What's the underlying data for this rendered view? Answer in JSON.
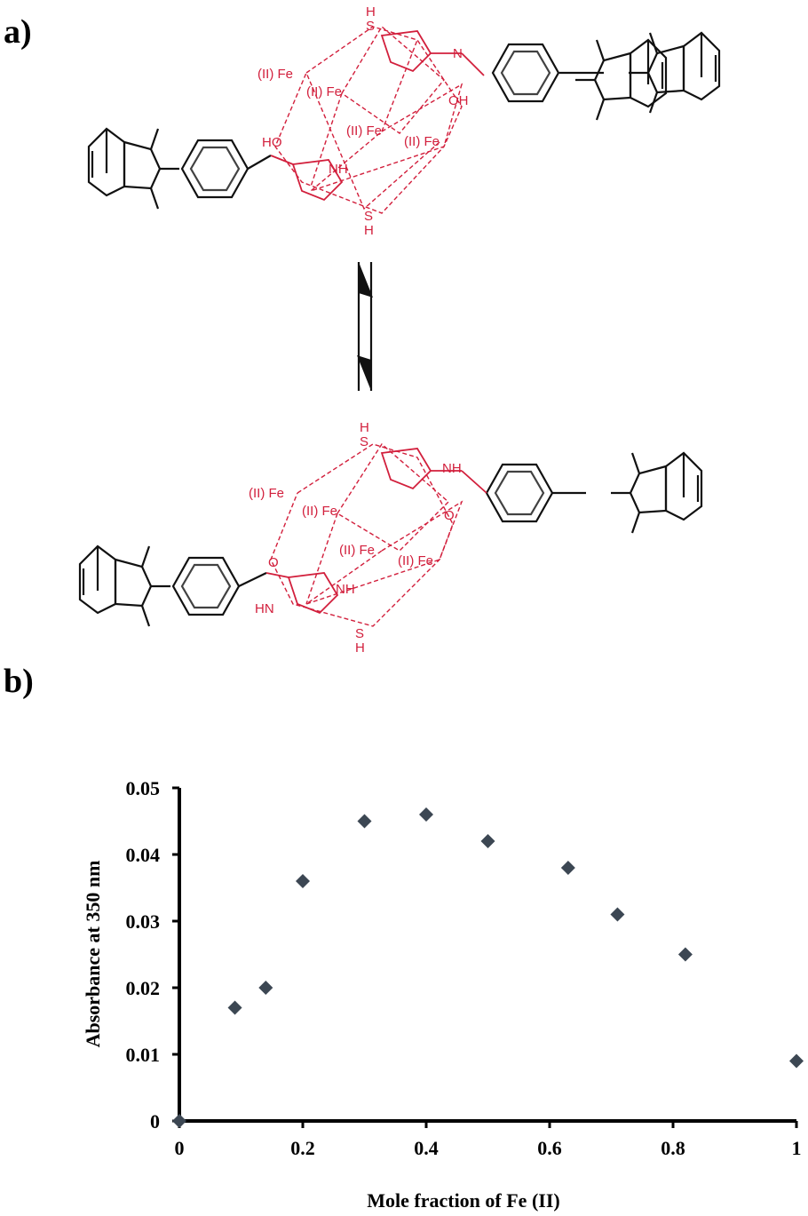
{
  "panels": {
    "a_label": "a)",
    "b_label": "b)"
  },
  "structure_labels": {
    "fe": "Fe",
    "ox": "(II)",
    "s": "S",
    "h": "H",
    "n": "N",
    "nh": "NH",
    "hn": "HN",
    "oh": "OH",
    "ho": "HO",
    "o": "O"
  },
  "colors": {
    "complex": "#d21f3c",
    "ligand": "#111111",
    "marker": "#3c4753"
  },
  "chart_data": {
    "type": "scatter",
    "title": "",
    "xlabel": "Mole fraction of Fe (II)",
    "ylabel": "Absorbance at 350 nm",
    "xlim": [
      0,
      1
    ],
    "ylim": [
      0,
      0.05
    ],
    "xticks": [
      "0",
      "0.2",
      "0.4",
      "0.6",
      "0.8",
      "1"
    ],
    "yticks": [
      "0",
      "0.01",
      "0.02",
      "0.03",
      "0.04",
      "0.05"
    ],
    "marker": "diamond",
    "grid": false,
    "legend": "none",
    "x": [
      0,
      0.09,
      0.14,
      0.2,
      0.3,
      0.4,
      0.5,
      0.63,
      0.71,
      0.82,
      1
    ],
    "y": [
      0,
      0.017,
      0.02,
      0.036,
      0.045,
      0.046,
      0.042,
      0.038,
      0.031,
      0.025,
      0.009
    ]
  }
}
